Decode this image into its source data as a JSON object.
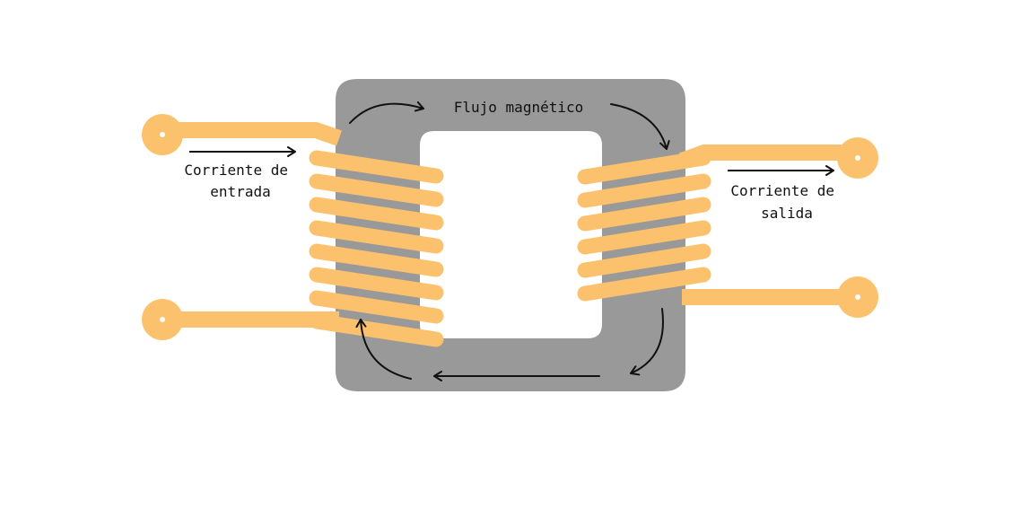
{
  "labels": {
    "flux": "Flujo magnético",
    "input_line1": "Corriente de",
    "input_line2": "entrada",
    "output_line1": "Corriente de",
    "output_line2": "salida"
  },
  "colors": {
    "core": "#999999",
    "window": "#ffffff",
    "copper": "#fcc16c",
    "arrow": "#111111",
    "background": "#ffffff"
  },
  "windings": {
    "primary_turns": 8,
    "secondary_turns": 6
  }
}
